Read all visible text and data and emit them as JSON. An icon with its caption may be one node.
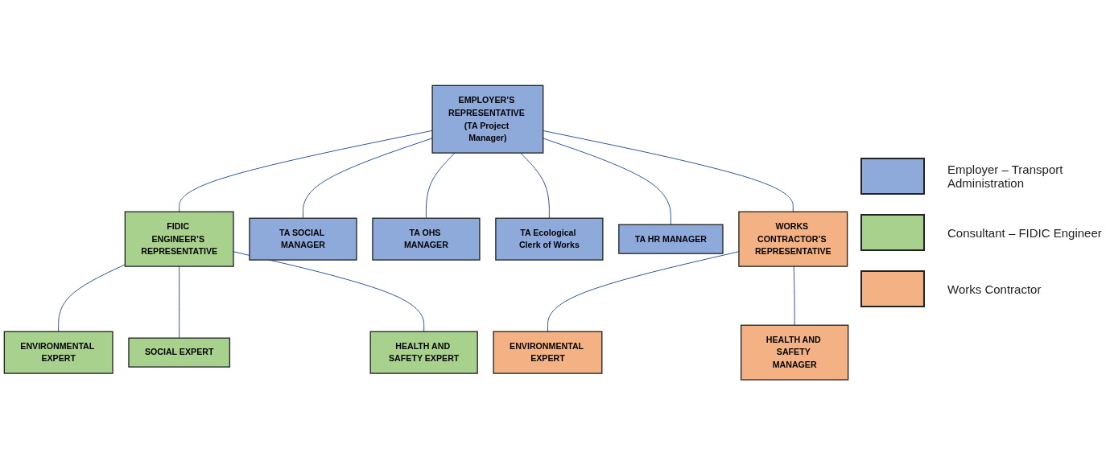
{
  "diagram": {
    "nodes": [
      {
        "text": [
          "EMPLOYER’S REPRESENTATIVE (TA Project Manager)"
        ]
      },
      {
        "text": [
          "FIDIC ENGINEER’S REPRESENTATIVE"
        ]
      },
      {
        "text": [
          "TA SOCIAL MANAGER"
        ]
      },
      {
        "text": [
          "TA OHS MANAGER"
        ]
      },
      {
        "text": [
          "TA Ecological Clerk of Works"
        ]
      },
      {
        "text": [
          "TA HR MANAGER"
        ]
      },
      {
        "text": [
          "WORKS CONTRACTOR’S REPRESENTATIVE"
        ]
      },
      {
        "text": [
          "ENVIRONMENTAL EXPERT"
        ]
      },
      {
        "text": [
          "SOCIAL EXPERT"
        ]
      },
      {
        "text": [
          "HEALTH AND SAFETY EXPERT"
        ]
      },
      {
        "text": [
          "ENVIRONMENTAL EXPERT"
        ]
      },
      {
        "text": [
          "HEALTH AND SAFETY MANAGER"
        ]
      }
    ],
    "edges": [
      {
        "from": 0,
        "to": 1,
        "arrow": "none"
      },
      {
        "from": 0,
        "to": 2,
        "arrow": "none"
      },
      {
        "from": 0,
        "to": 3,
        "arrow": "none"
      },
      {
        "from": 0,
        "to": 4,
        "arrow": "none"
      },
      {
        "from": 0,
        "to": 5,
        "arrow": "none"
      },
      {
        "from": 0,
        "to": 6,
        "arrow": "none"
      },
      {
        "from": 1,
        "to": 7,
        "arrow": "none"
      },
      {
        "from": 1,
        "to": 8,
        "arrow": "none"
      },
      {
        "from": 1,
        "to": 9,
        "arrow": "none"
      },
      {
        "from": 6,
        "to": 10,
        "arrow": "none"
      },
      {
        "from": 6,
        "to": 11,
        "arrow": "none"
      }
    ],
    "legend": [
      {
        "text": "Employer – Transport Administration",
        "color": "#8eaadb"
      },
      {
        "text": "Consultant – FIDIC Engineer",
        "color": "#a9d18e"
      },
      {
        "text": "Works Contractor",
        "color": "#f4b183"
      }
    ]
  }
}
